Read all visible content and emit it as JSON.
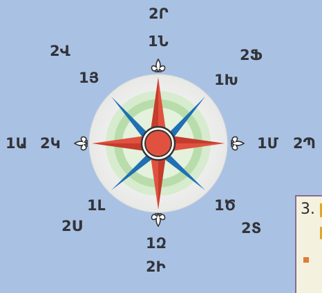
{
  "labels": {
    "n_outer": "2Ր",
    "n_inner": "1Ն",
    "ne_outer": "2Ֆ",
    "ne_inner": "1Խ",
    "e_inner": "1Մ",
    "e_outer": "2Պ",
    "se_inner": "1Ծ",
    "se_outer": "2Տ",
    "s_inner": "1Զ",
    "s_outer": "2Ի",
    "sw_inner": "1Լ",
    "sw_outer": "2Ս",
    "w_outer": "1Ա",
    "w_inner": "2Կ",
    "nw_inner": "1Յ",
    "nw_outer": "2Վ"
  },
  "box": {
    "number": "3."
  },
  "colors": {
    "background": "#a9c2e4",
    "cardinal_point": "#e0523f",
    "intercardinal_point": "#2f8fd6",
    "outer_ring": "#eeeeec",
    "green_ring": "#a7d49c"
  }
}
